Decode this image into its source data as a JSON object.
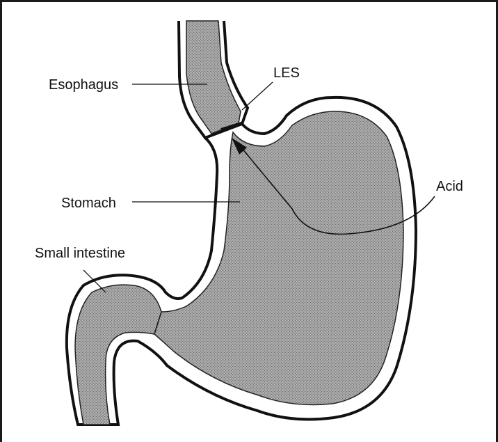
{
  "labels": {
    "esophagus": "Esophagus",
    "les": "LES",
    "stomach": "Stomach",
    "acid": "Acid",
    "small_intestine": "Small intestine"
  },
  "colors": {
    "outline": "#111111",
    "fill": "#9a9a9a",
    "background": "#ffffff"
  }
}
